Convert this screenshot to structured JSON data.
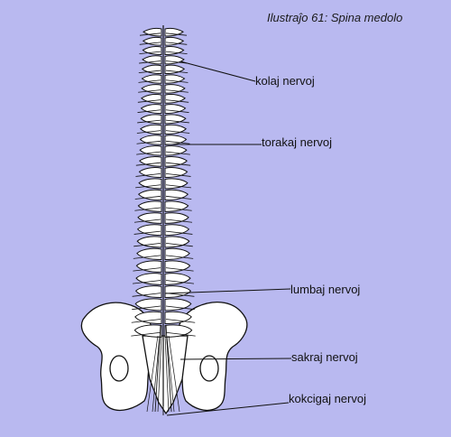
{
  "figure": {
    "caption": "Ilustraĵo 61: Spina medolo"
  },
  "labels": {
    "cervical": "kolaj nervoj",
    "thoracic": "torakaj nervoj",
    "lumbar": "lumbaj nervoj",
    "sacral": "sakraj nervoj",
    "coccygeal": "kokcigaj nervoj"
  },
  "colors": {
    "background": "#b9b9f0",
    "bone": "#ffffff",
    "outline": "#111111"
  }
}
